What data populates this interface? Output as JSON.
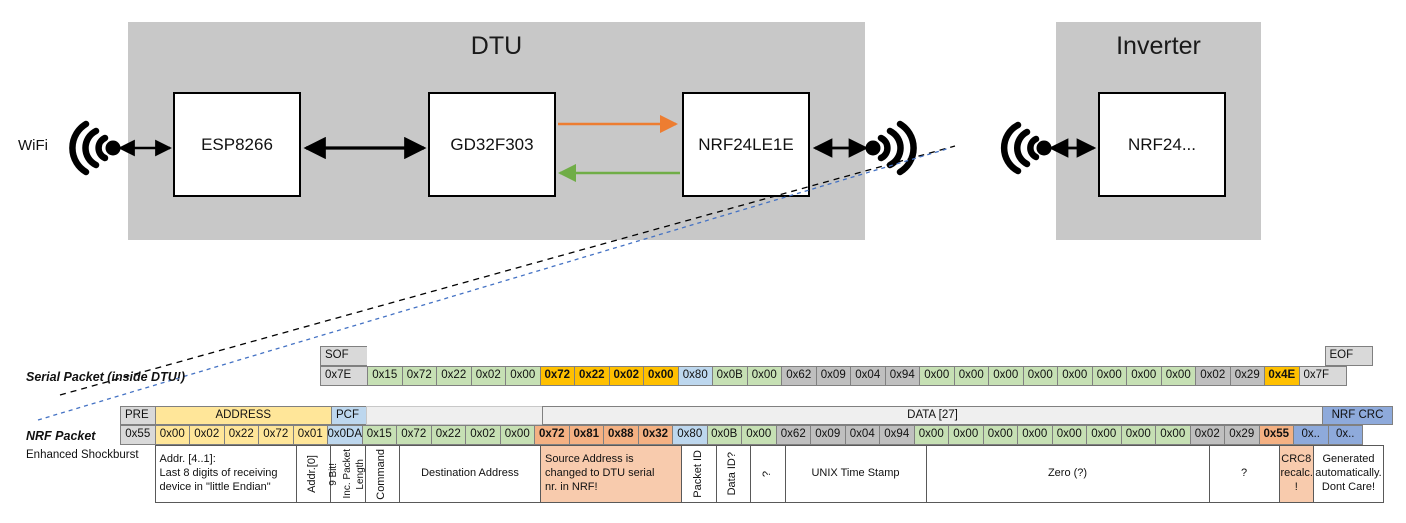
{
  "diagram": {
    "dtu": {
      "title": "DTU",
      "chips": [
        "ESP8266",
        "GD32F303",
        "NRF24LE1E"
      ],
      "wifi_label": "WiFi",
      "arrow_tx_color": "#ed7d31",
      "arrow_rx_color": "#70ad47",
      "enclosure_color": "#c8c8c8"
    },
    "inverter": {
      "title": "Inverter",
      "chips": [
        "NRF24..."
      ],
      "enclosure_color": "#c8c8c8"
    },
    "icons": {
      "antenna": "wifi-antenna-icon",
      "link": "bidirectional-arrow-icon"
    }
  },
  "serial_packet": {
    "label": "Serial Packet (inside DTU!)",
    "header": {
      "sof": "SOF",
      "eof": "EOF"
    },
    "sof_value": "0x7E",
    "eof_value": "0x7F",
    "bytes": [
      {
        "v": "0x15",
        "c": "c-green"
      },
      {
        "v": "0x72",
        "c": "c-green"
      },
      {
        "v": "0x22",
        "c": "c-green"
      },
      {
        "v": "0x02",
        "c": "c-green"
      },
      {
        "v": "0x00",
        "c": "c-green"
      },
      {
        "v": "0x72",
        "c": "c-amber",
        "b": true
      },
      {
        "v": "0x22",
        "c": "c-amber",
        "b": true
      },
      {
        "v": "0x02",
        "c": "c-amber",
        "b": true
      },
      {
        "v": "0x00",
        "c": "c-amber",
        "b": true
      },
      {
        "v": "0x80",
        "c": "c-blue"
      },
      {
        "v": "0x0B",
        "c": "c-green"
      },
      {
        "v": "0x00",
        "c": "c-green"
      },
      {
        "v": "0x62",
        "c": "c-dgrey"
      },
      {
        "v": "0x09",
        "c": "c-dgrey"
      },
      {
        "v": "0x04",
        "c": "c-dgrey"
      },
      {
        "v": "0x94",
        "c": "c-dgrey"
      },
      {
        "v": "0x00",
        "c": "c-green"
      },
      {
        "v": "0x00",
        "c": "c-green"
      },
      {
        "v": "0x00",
        "c": "c-green"
      },
      {
        "v": "0x00",
        "c": "c-green"
      },
      {
        "v": "0x00",
        "c": "c-green"
      },
      {
        "v": "0x00",
        "c": "c-green"
      },
      {
        "v": "0x00",
        "c": "c-green"
      },
      {
        "v": "0x00",
        "c": "c-green"
      },
      {
        "v": "0x02",
        "c": "c-dgrey"
      },
      {
        "v": "0x29",
        "c": "c-dgrey"
      },
      {
        "v": "0x4E",
        "c": "c-amber",
        "b": true
      }
    ]
  },
  "nrf_packet": {
    "label": "NRF Packet",
    "sublabel": "Enhanced Shockburst",
    "headers": [
      {
        "t": "PRE",
        "c": "c-grey",
        "span": 1
      },
      {
        "t": "ADDRESS",
        "c": "c-yellow",
        "span": 5
      },
      {
        "t": "PCF",
        "c": "c-blue",
        "span": 1
      },
      {
        "t": "",
        "c": "c-lgrey",
        "span": 5
      },
      {
        "t": "DATA [27]",
        "c": "c-lgrey",
        "span": 22
      },
      {
        "t": "NRF CRC",
        "c": "c-bluehdr",
        "span": 2
      }
    ],
    "bytes": [
      {
        "v": "0x55",
        "c": "c-grey"
      },
      {
        "v": "0x00",
        "c": "c-yellow"
      },
      {
        "v": "0x02",
        "c": "c-yellow"
      },
      {
        "v": "0x22",
        "c": "c-yellow"
      },
      {
        "v": "0x72",
        "c": "c-yellow"
      },
      {
        "v": "0x01",
        "c": "c-yellow"
      },
      {
        "v": "0x0DA",
        "c": "c-blue"
      },
      {
        "v": "0x15",
        "c": "c-green"
      },
      {
        "v": "0x72",
        "c": "c-green"
      },
      {
        "v": "0x22",
        "c": "c-green"
      },
      {
        "v": "0x02",
        "c": "c-green"
      },
      {
        "v": "0x00",
        "c": "c-green"
      },
      {
        "v": "0x72",
        "c": "c-orange",
        "b": true
      },
      {
        "v": "0x81",
        "c": "c-orange",
        "b": true
      },
      {
        "v": "0x88",
        "c": "c-orange",
        "b": true
      },
      {
        "v": "0x32",
        "c": "c-orange",
        "b": true
      },
      {
        "v": "0x80",
        "c": "c-blue"
      },
      {
        "v": "0x0B",
        "c": "c-green"
      },
      {
        "v": "0x00",
        "c": "c-green"
      },
      {
        "v": "0x62",
        "c": "c-dgrey"
      },
      {
        "v": "0x09",
        "c": "c-dgrey"
      },
      {
        "v": "0x04",
        "c": "c-dgrey"
      },
      {
        "v": "0x94",
        "c": "c-dgrey"
      },
      {
        "v": "0x00",
        "c": "c-green"
      },
      {
        "v": "0x00",
        "c": "c-green"
      },
      {
        "v": "0x00",
        "c": "c-green"
      },
      {
        "v": "0x00",
        "c": "c-green"
      },
      {
        "v": "0x00",
        "c": "c-green"
      },
      {
        "v": "0x00",
        "c": "c-green"
      },
      {
        "v": "0x00",
        "c": "c-green"
      },
      {
        "v": "0x00",
        "c": "c-green"
      },
      {
        "v": "0x02",
        "c": "c-dgrey"
      },
      {
        "v": "0x29",
        "c": "c-dgrey"
      },
      {
        "v": "0x55",
        "c": "c-orange",
        "b": true
      },
      {
        "v": "0x..",
        "c": "c-bluehdr"
      },
      {
        "v": "0x..",
        "c": "c-bluehdr"
      }
    ],
    "descriptions": [
      {
        "t": "",
        "span": 1,
        "style": "blank"
      },
      {
        "t": "Addr. [4..1]:\nLast 8 digits of receiving\ndevice in \"little Endian\"",
        "span": 4,
        "style": "left"
      },
      {
        "t": "Addr.[0]",
        "span": 1,
        "style": "vert"
      },
      {
        "t": "9 Bit!|Inc. Packet|Length",
        "span": 1,
        "style": "vert-stack"
      },
      {
        "t": "Command",
        "span": 1,
        "style": "vert"
      },
      {
        "t": "Destination Address",
        "span": 4,
        "style": "center"
      },
      {
        "t": "Source Address is\nchanged to DTU serial\nnr. in NRF!",
        "span": 4,
        "style": "left-orange"
      },
      {
        "t": "Packet ID",
        "span": 1,
        "style": "vert"
      },
      {
        "t": "Data ID?",
        "span": 1,
        "style": "vert"
      },
      {
        "t": "?",
        "span": 1,
        "style": "vert"
      },
      {
        "t": "UNIX Time Stamp",
        "span": 4,
        "style": "center"
      },
      {
        "t": "Zero (?)",
        "span": 8,
        "style": "center"
      },
      {
        "t": "?",
        "span": 2,
        "style": "center"
      },
      {
        "t": "CRC8\nrecalc.\n!",
        "span": 1,
        "style": "center-orange"
      },
      {
        "t": "Generated\nautomatically.\nDont Care!",
        "span": 2,
        "style": "center"
      }
    ]
  },
  "connectors": {
    "serial_leader_color": "#000000",
    "nrf_leader_color": "#4472c4"
  }
}
